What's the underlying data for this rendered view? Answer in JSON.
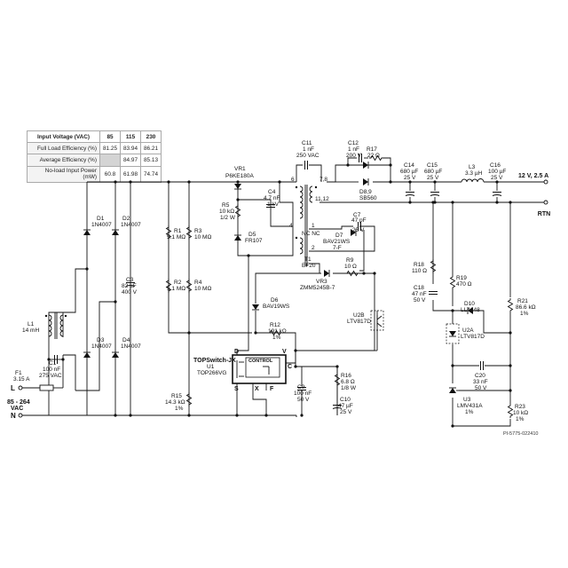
{
  "table": {
    "header": {
      "label": "Input Voltage (VAC)",
      "v1": "85",
      "v2": "115",
      "v3": "230"
    },
    "rows": [
      {
        "label": "Full Load Efficiency (%)",
        "v1": "81.25",
        "v2": "83.94",
        "v3": "86.21"
      },
      {
        "label": "Average Efficiency (%)",
        "v1": "",
        "v2": "84.97",
        "v3": "85.13"
      },
      {
        "label": "No-load Input Power (mW)",
        "v1": "60.8",
        "v2": "61.98",
        "v3": "74.74"
      }
    ]
  },
  "labels": {
    "C11": "C11",
    "C11v": "1 nF",
    "C11r": "250 VAC",
    "C12": "C12",
    "C12v": "1 nF",
    "C12r": "200 V",
    "R17": "R17",
    "R17v": "22 Ω",
    "D8": "D8,9",
    "D8v": "SB560",
    "C14": "C14",
    "C14v": "680 µF",
    "C14r": "25 V",
    "C15": "C15",
    "C15v": "680 µF",
    "C15r": "25 V",
    "L3": "L3",
    "L3v": "3.3 µH",
    "C16": "C16",
    "C16v": "100 µF",
    "C16r": "25 V",
    "out": "12 V, 2.5 A",
    "rtn": "RTN",
    "VR1": "VR1",
    "VR1v": "P6KE180A",
    "C4": "C4",
    "C4v": "4.7 nF",
    "C4r": "1 kV",
    "R5": "R5",
    "R5v": "10 kΩ",
    "R5r": "1/2 W",
    "D5": "D5",
    "D5v": "FR107",
    "T1": "T1",
    "T1v": "EF20",
    "pin7": "7,8",
    "pin1112": "11,12",
    "pin6": "6",
    "pin4": "4",
    "pin1": "1",
    "pin2": "2",
    "pinNC": "NC NC",
    "C7": "C7",
    "C7v": "47 pF",
    "C7r": "25 V",
    "D7": "D7",
    "D7v": "BAV21WS",
    "F7": "7-F",
    "R9": "R9",
    "R9v": "10 Ω",
    "VR3": "VR3",
    "VR3v": "ZMM5245B-7",
    "D1": "D1",
    "D1v": "1N4007",
    "D2": "D2",
    "D2v": "1N4007",
    "D3": "D3",
    "D3v": "1N4007",
    "D4": "D4",
    "D4v": "1N4007",
    "C3": "C3",
    "C3v": "82 µF",
    "C3r": "400 V",
    "R1": "R1",
    "R1v": "5.1 MΩ",
    "R2": "R2",
    "R2v": "5.1 MΩ",
    "R3": "R3",
    "R3v": "10 MΩ",
    "R4": "R4",
    "R4v": "10 MΩ",
    "D6": "D6",
    "D6v": "BAV19WS",
    "R12": "R12",
    "R12v": "191 kΩ",
    "R12r": "1%",
    "U1": "TOPSwitch-JX",
    "U1a": "U1",
    "U1v": "TOP266VG",
    "control": "CONTROL",
    "pinD": "D",
    "pinV": "V",
    "pinC": "C",
    "pinS": "S",
    "pinX": "X",
    "pinF": "F",
    "R16": "R16",
    "R16v": "6.8 Ω",
    "R16r": "1/8 W",
    "C9": "C9",
    "C9v": "100 nF",
    "C9r": "50 V",
    "C10": "C10",
    "C10v": "47 µF",
    "C10r": "25 V",
    "R15": "R15",
    "R15v": "14.3 kΩ",
    "R15r": "1%",
    "U2B": "U2B",
    "U2Bv": "LTV817D",
    "L1": "L1",
    "L1v": "14 mH",
    "C1": "C1",
    "C1v": "100 nF",
    "C1r": "275 VAC",
    "F1": "F1",
    "F1v": "3.15 A",
    "L": "L",
    "N": "N",
    "vin": "85 - 264",
    "vin2": "VAC",
    "R18": "R18",
    "R18v": "110 Ω",
    "C18": "C18",
    "C18v": "47 nF",
    "C18r": "50 V",
    "R19": "R19",
    "R19v": "470 Ω",
    "D10": "D10",
    "D10v": "LL4148",
    "U2A": "U2A",
    "U2Av": "LTV817D",
    "R21": "R21",
    "R21v": "86.6 kΩ",
    "R21r": "1%",
    "C20": "C20",
    "C20v": "33 nF",
    "C20r": "50 V",
    "U3": "U3",
    "U3v": "LMV431A",
    "U3r": "1%",
    "R23": "R23",
    "R23v": "10 kΩ",
    "R23r": "1%",
    "docid": "PI-5775-022410"
  }
}
